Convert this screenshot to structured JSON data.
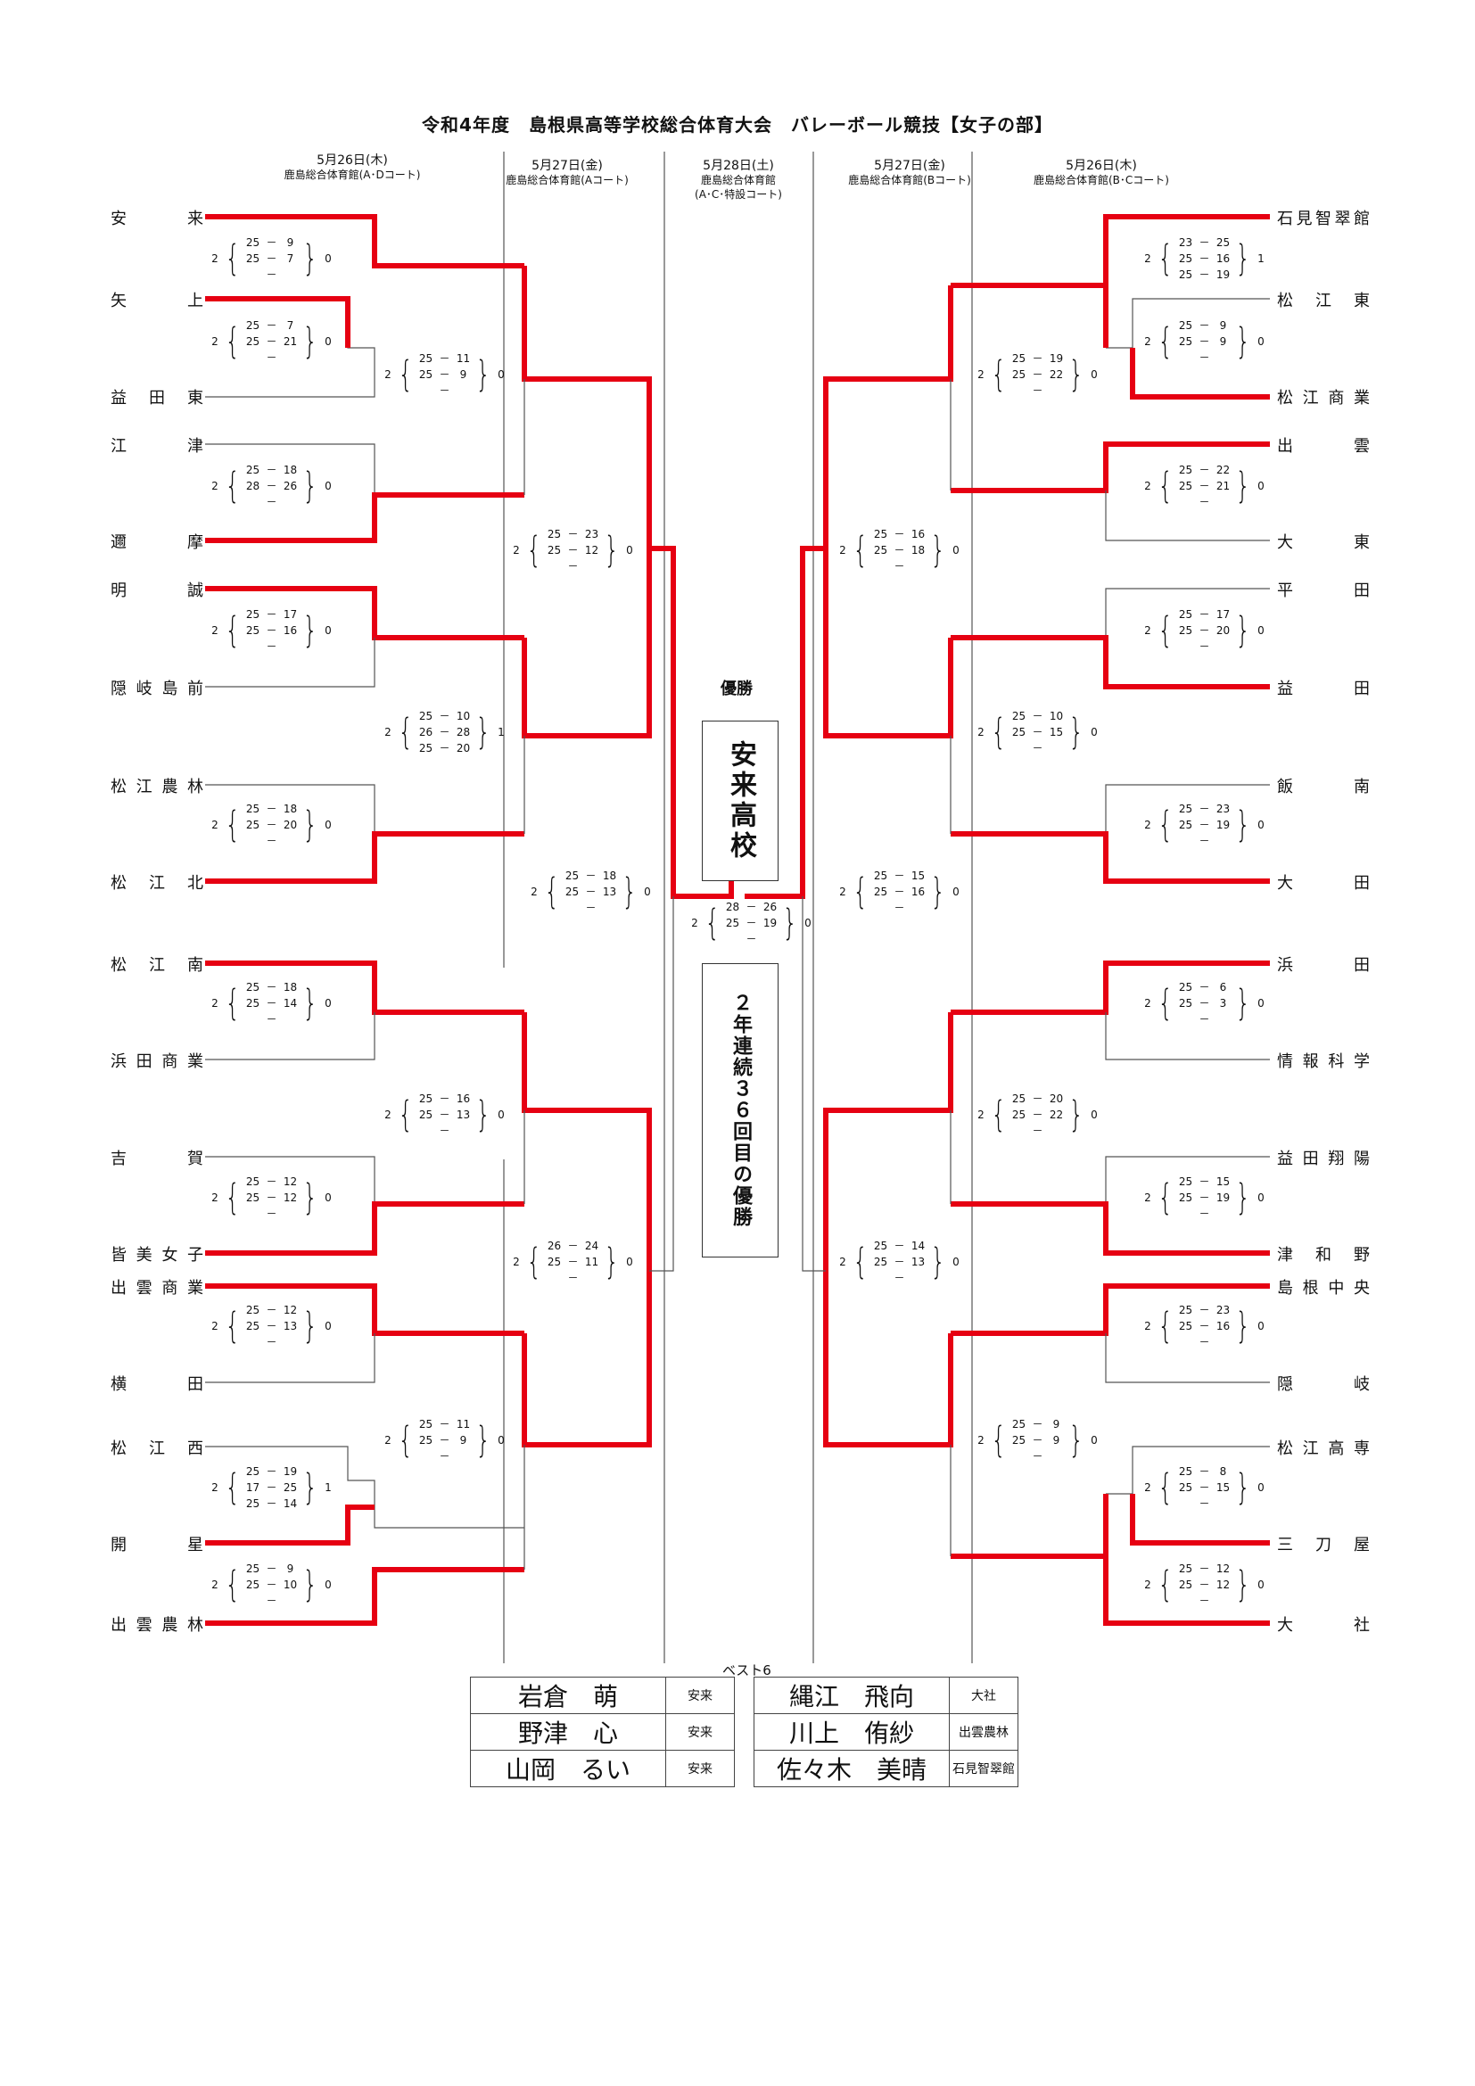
{
  "title": "令和4年度　島根県高等学校総合体育大会　バレーボール競技【女子の部】",
  "headers": {
    "left_r1": {
      "date": "5月26日(木)",
      "venue": "鹿島総合体育館(A･Dコート)"
    },
    "left_r2": {
      "date": "5月27日(金)",
      "venue": "鹿島総合体育館(Aコート)"
    },
    "final": {
      "date": "5月28日(土)",
      "venue": "鹿島総合体育館",
      "venue2": "(A･C･特設コート)"
    },
    "right_r2": {
      "date": "5月27日(金)",
      "venue": "鹿島総合体育館(Bコート)"
    },
    "right_r1": {
      "date": "5月26日(木)",
      "venue": "鹿島総合体育館(B･Cコート)"
    }
  },
  "left_teams": [
    "安来",
    "矢上",
    "益田東",
    "江津",
    "邇摩",
    "明誠",
    "隠岐島前",
    "松江農林",
    "松江北",
    "松江南",
    "浜田商業",
    "吉賀",
    "皆美女子",
    "出雲商業",
    "横田",
    "松江西",
    "開星",
    "出雲農林"
  ],
  "right_teams": [
    "石見智翠館",
    "松江東",
    "松江商業",
    "出雲",
    "大東",
    "平田",
    "益田",
    "飯南",
    "大田",
    "浜田",
    "情報科学",
    "益田翔陽",
    "津和野",
    "島根中央",
    "隠岐",
    "松江高専",
    "三刀屋",
    "大社"
  ],
  "scores": {
    "L1": {
      "w": "2",
      "l": "0",
      "sets": [
        [
          "25",
          "9"
        ],
        [
          "25",
          "7"
        ],
        [
          "",
          ""
        ]
      ]
    },
    "L2": {
      "w": "2",
      "l": "0",
      "sets": [
        [
          "25",
          "7"
        ],
        [
          "25",
          "21"
        ],
        [
          "",
          ""
        ]
      ]
    },
    "L3": {
      "w": "2",
      "l": "0",
      "sets": [
        [
          "25",
          "11"
        ],
        [
          "25",
          "9"
        ],
        [
          "",
          ""
        ]
      ]
    },
    "L4": {
      "w": "2",
      "l": "0",
      "sets": [
        [
          "25",
          "18"
        ],
        [
          "28",
          "26"
        ],
        [
          "",
          ""
        ]
      ]
    },
    "L5": {
      "w": "2",
      "l": "0",
      "sets": [
        [
          "25",
          "23"
        ],
        [
          "25",
          "12"
        ],
        [
          "",
          ""
        ]
      ]
    },
    "L6": {
      "w": "2",
      "l": "0",
      "sets": [
        [
          "25",
          "17"
        ],
        [
          "25",
          "16"
        ],
        [
          "",
          ""
        ]
      ]
    },
    "L7": {
      "w": "2",
      "l": "1",
      "sets": [
        [
          "25",
          "10"
        ],
        [
          "26",
          "28"
        ],
        [
          "25",
          "20"
        ]
      ]
    },
    "L8": {
      "w": "2",
      "l": "0",
      "sets": [
        [
          "25",
          "18"
        ],
        [
          "25",
          "20"
        ],
        [
          "",
          ""
        ]
      ]
    },
    "L9": {
      "w": "2",
      "l": "0",
      "sets": [
        [
          "25",
          "18"
        ],
        [
          "25",
          "13"
        ],
        [
          "",
          ""
        ]
      ]
    },
    "L10": {
      "w": "2",
      "l": "0",
      "sets": [
        [
          "25",
          "18"
        ],
        [
          "25",
          "14"
        ],
        [
          "",
          ""
        ]
      ]
    },
    "L11": {
      "w": "2",
      "l": "0",
      "sets": [
        [
          "25",
          "16"
        ],
        [
          "25",
          "13"
        ],
        [
          "",
          ""
        ]
      ]
    },
    "L12": {
      "w": "2",
      "l": "0",
      "sets": [
        [
          "25",
          "12"
        ],
        [
          "25",
          "12"
        ],
        [
          "",
          ""
        ]
      ]
    },
    "L13": {
      "w": "2",
      "l": "0",
      "sets": [
        [
          "26",
          "24"
        ],
        [
          "25",
          "11"
        ],
        [
          "",
          ""
        ]
      ]
    },
    "L14": {
      "w": "2",
      "l": "0",
      "sets": [
        [
          "25",
          "12"
        ],
        [
          "25",
          "13"
        ],
        [
          "",
          ""
        ]
      ]
    },
    "L15": {
      "w": "2",
      "l": "0",
      "sets": [
        [
          "25",
          "11"
        ],
        [
          "25",
          "9"
        ],
        [
          "",
          ""
        ]
      ]
    },
    "L16": {
      "w": "2",
      "l": "1",
      "sets": [
        [
          "25",
          "19"
        ],
        [
          "17",
          "25"
        ],
        [
          "25",
          "14"
        ]
      ]
    },
    "L17": {
      "w": "2",
      "l": "0",
      "sets": [
        [
          "25",
          "9"
        ],
        [
          "25",
          "10"
        ],
        [
          "",
          ""
        ]
      ]
    },
    "F": {
      "w": "2",
      "l": "0",
      "sets": [
        [
          "28",
          "26"
        ],
        [
          "25",
          "19"
        ],
        [
          "",
          ""
        ]
      ]
    },
    "R1": {
      "w": "2",
      "l": "1",
      "sets": [
        [
          "23",
          "25"
        ],
        [
          "25",
          "16"
        ],
        [
          "25",
          "19"
        ]
      ]
    },
    "R2": {
      "w": "2",
      "l": "0",
      "sets": [
        [
          "25",
          "9"
        ],
        [
          "25",
          "9"
        ],
        [
          "",
          ""
        ]
      ]
    },
    "R3": {
      "w": "2",
      "l": "0",
      "sets": [
        [
          "25",
          "19"
        ],
        [
          "25",
          "22"
        ],
        [
          "",
          ""
        ]
      ]
    },
    "R4": {
      "w": "2",
      "l": "0",
      "sets": [
        [
          "25",
          "22"
        ],
        [
          "25",
          "21"
        ],
        [
          "",
          ""
        ]
      ]
    },
    "R5": {
      "w": "2",
      "l": "0",
      "sets": [
        [
          "25",
          "16"
        ],
        [
          "25",
          "18"
        ],
        [
          "",
          ""
        ]
      ]
    },
    "R6": {
      "w": "2",
      "l": "0",
      "sets": [
        [
          "25",
          "17"
        ],
        [
          "25",
          "20"
        ],
        [
          "",
          ""
        ]
      ]
    },
    "R7": {
      "w": "2",
      "l": "0",
      "sets": [
        [
          "25",
          "10"
        ],
        [
          "25",
          "15"
        ],
        [
          "",
          ""
        ]
      ]
    },
    "R8": {
      "w": "2",
      "l": "0",
      "sets": [
        [
          "25",
          "23"
        ],
        [
          "25",
          "19"
        ],
        [
          "",
          ""
        ]
      ]
    },
    "R9": {
      "w": "2",
      "l": "0",
      "sets": [
        [
          "25",
          "15"
        ],
        [
          "25",
          "16"
        ],
        [
          "",
          ""
        ]
      ]
    },
    "R10": {
      "w": "2",
      "l": "0",
      "sets": [
        [
          "25",
          "6"
        ],
        [
          "25",
          "3"
        ],
        [
          "",
          ""
        ]
      ]
    },
    "R11": {
      "w": "2",
      "l": "0",
      "sets": [
        [
          "25",
          "20"
        ],
        [
          "25",
          "22"
        ],
        [
          "",
          ""
        ]
      ]
    },
    "R12": {
      "w": "2",
      "l": "0",
      "sets": [
        [
          "25",
          "15"
        ],
        [
          "25",
          "19"
        ],
        [
          "",
          ""
        ]
      ]
    },
    "R13": {
      "w": "2",
      "l": "0",
      "sets": [
        [
          "25",
          "14"
        ],
        [
          "25",
          "13"
        ],
        [
          "",
          ""
        ]
      ]
    },
    "R14": {
      "w": "2",
      "l": "0",
      "sets": [
        [
          "25",
          "23"
        ],
        [
          "25",
          "16"
        ],
        [
          "",
          ""
        ]
      ]
    },
    "R15": {
      "w": "2",
      "l": "0",
      "sets": [
        [
          "25",
          "9"
        ],
        [
          "25",
          "9"
        ],
        [
          "",
          ""
        ]
      ]
    },
    "R16": {
      "w": "2",
      "l": "0",
      "sets": [
        [
          "25",
          "8"
        ],
        [
          "25",
          "15"
        ],
        [
          "",
          ""
        ]
      ]
    },
    "R17": {
      "w": "2",
      "l": "0",
      "sets": [
        [
          "25",
          "12"
        ],
        [
          "25",
          "12"
        ],
        [
          "",
          ""
        ]
      ]
    }
  },
  "champion": {
    "label": "優勝",
    "name": "安来高校",
    "note": "２年連続３６回目の優勝"
  },
  "best6": {
    "label": "ベスト6",
    "left": [
      {
        "name": "岩倉　萌",
        "school": "安来"
      },
      {
        "name": "野津　心",
        "school": "安来"
      },
      {
        "name": "山岡　るい",
        "school": "安来"
      }
    ],
    "right": [
      {
        "name": "縄江　飛向",
        "school": "大社"
      },
      {
        "name": "川上　侑紗",
        "school": "出雲農林"
      },
      {
        "name": "佐々木　美晴",
        "school": "石見智翠館"
      }
    ]
  },
  "colors": {
    "win_line": "#e60012",
    "line": "#555555"
  }
}
